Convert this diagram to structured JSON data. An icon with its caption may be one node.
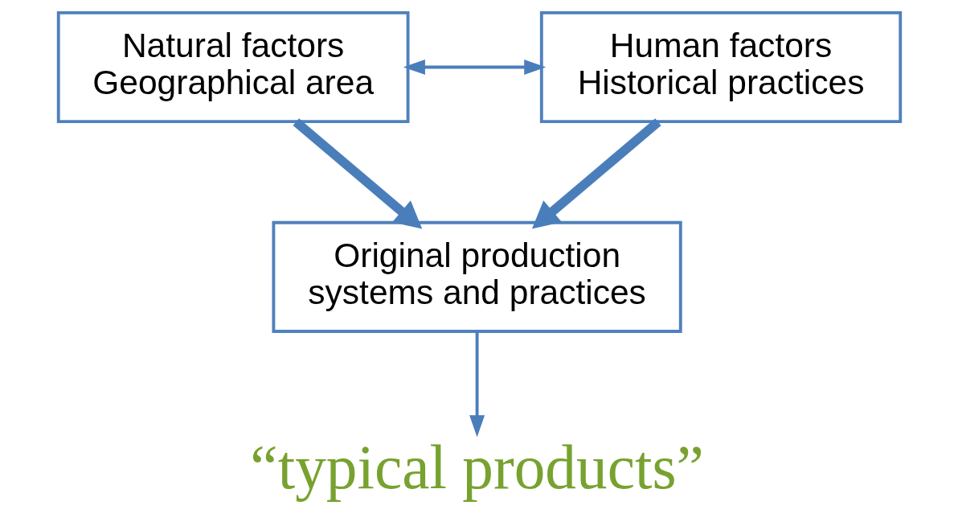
{
  "diagram": {
    "nodes": [
      {
        "text": [
          "Natural factors",
          "Geographical area"
        ]
      },
      {
        "text": [
          "Human factors",
          "Historical practices"
        ]
      },
      {
        "text": [
          "Original production systems and practices"
        ]
      },
      {
        "text": [
          "“typical products”"
        ]
      }
    ],
    "edges": [
      {
        "from": 0,
        "to": 1,
        "arrow": "both"
      },
      {
        "from": 0,
        "to": 2,
        "arrow": "to",
        "style": "thick"
      },
      {
        "from": 1,
        "to": 2,
        "arrow": "to",
        "style": "thick"
      },
      {
        "from": 2,
        "to": 3,
        "arrow": "to"
      }
    ]
  }
}
